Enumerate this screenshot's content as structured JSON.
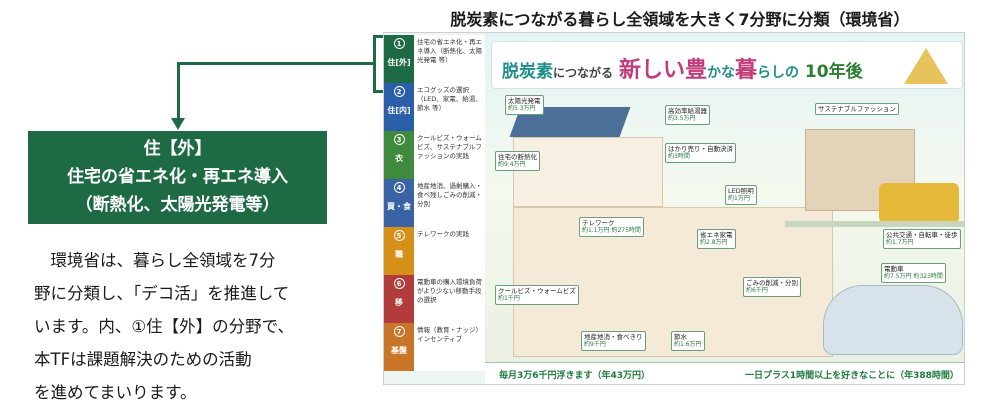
{
  "top_caption": "脱炭素につながる暮らし全領域を大きく7分野に分類（環境省）",
  "green_box": {
    "line1": "住【外】",
    "line2": "住宅の省エネ化・再エネ導入",
    "line3": "（断熱化、太陽光発電等）"
  },
  "body_lines": [
    "　環境省は、暮らし全領域を7分",
    "野に分類し、「デコ活」を推進して",
    "います。内、①住【外】の分野で、",
    "本TFは課題解決のための活動",
    "を進めてまいります。"
  ],
  "infographic": {
    "categories": [
      {
        "num": "1",
        "name": "住[外]",
        "desc": "住宅の省エネ化・再エネ導入（断熱化、太陽光発電 等）",
        "color": "#1e6a45"
      },
      {
        "num": "2",
        "name": "住[内]",
        "desc": "エコグッズの選択（LED、家電、給湯、節水 等）",
        "color": "#2b5ea8"
      },
      {
        "num": "3",
        "name": "衣",
        "desc": "クールビズ・ウォームビズ、サステナブルファッションの実践",
        "color": "#3f8a3c"
      },
      {
        "num": "4",
        "name": "買・食",
        "desc": "地産地消、過剰購入・食べ残しごみの削減・分別",
        "color": "#3a63a5"
      },
      {
        "num": "5",
        "name": "職",
        "desc": "テレワークの実践",
        "color": "#d6901a"
      },
      {
        "num": "6",
        "name": "移",
        "desc": "電動車の購入環境負荷がより少ない移動手段の選択",
        "color": "#b23b3b"
      },
      {
        "num": "7",
        "name": "基盤",
        "desc": "情報（教育・ナッジ）インセンティブ",
        "color": "#c8752a"
      }
    ],
    "banner": {
      "part1": "脱炭素",
      "part2": "につながる",
      "part3": "新しい",
      "part4": "豊",
      "part5": "かな",
      "part6": "暮",
      "part7": "らしの",
      "part8": "10年後"
    },
    "labels": [
      {
        "title": "太陽光発電",
        "sub": "約5.3万円"
      },
      {
        "title": "高効率給湯器",
        "sub": "約3.5万円"
      },
      {
        "title": "サステナブルファッション",
        "sub": ""
      },
      {
        "title": "はかり売り・自動決済",
        "sub": "約3時間"
      },
      {
        "title": "住宅の断熱化",
        "sub": "約9.4万円"
      },
      {
        "title": "LED照明",
        "sub": "約1万円"
      },
      {
        "title": "公共交通・自転車・徒歩",
        "sub": "約1.7万円"
      },
      {
        "title": "テレワーク",
        "sub": "約1.1万円 約275時間"
      },
      {
        "title": "省エネ家電",
        "sub": "約2.8万円"
      },
      {
        "title": "電動車",
        "sub": "約7.5万円 約323時間"
      },
      {
        "title": "ごみの削減・分別",
        "sub": "約6千円"
      },
      {
        "title": "クールビズ・ウォームビズ",
        "sub": "約1千円"
      },
      {
        "title": "地産地消・食べきり",
        "sub": "約9千円"
      },
      {
        "title": "節水",
        "sub": "約1.6万円"
      }
    ],
    "bottom_left": "毎月3万6千円浮きます（年43万円）",
    "bottom_right": "一日プラス1時間以上を好きなことに（年388時間）"
  }
}
